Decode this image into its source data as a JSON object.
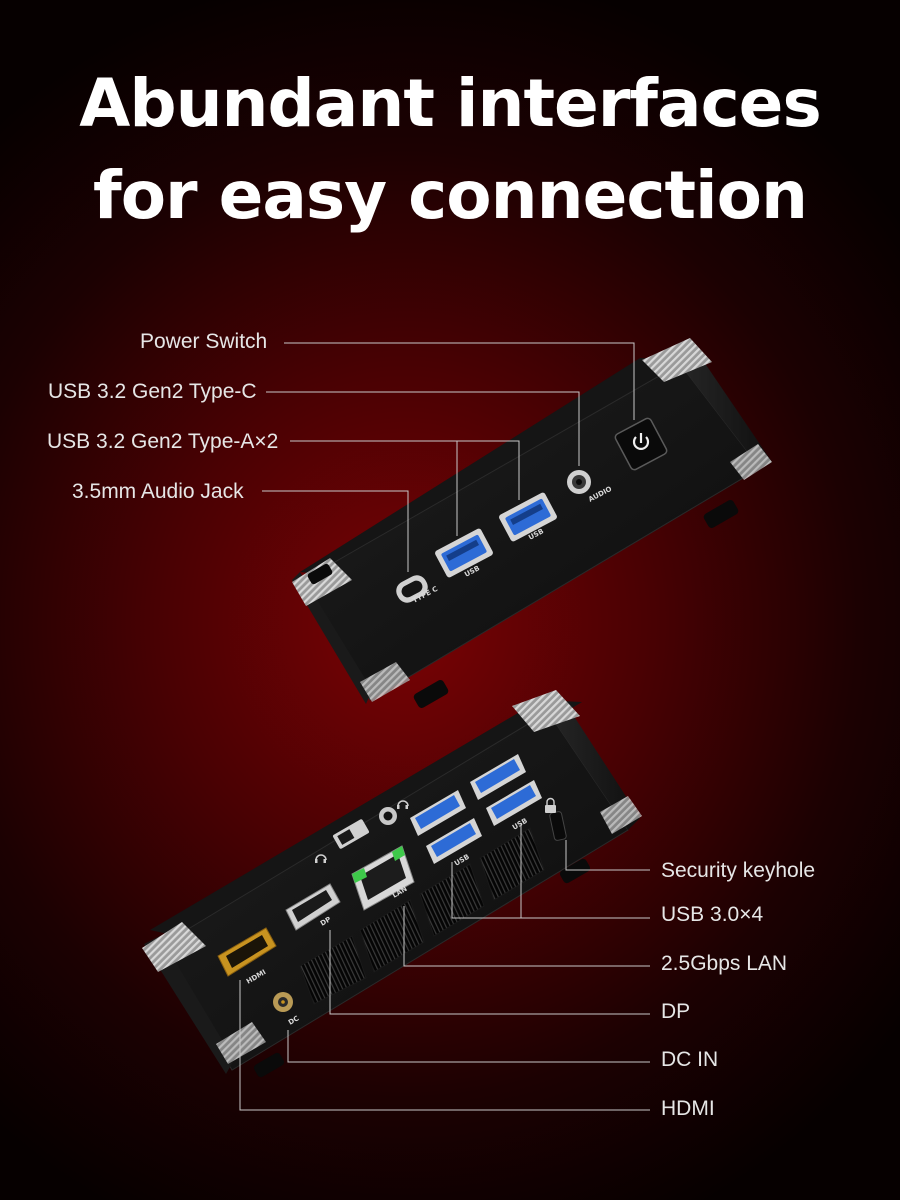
{
  "headline": {
    "line1": "Abundant interfaces",
    "line2": "for easy connection"
  },
  "top_view": {
    "callouts": {
      "power_switch": "Power Switch",
      "usb_c": "USB 3.2 Gen2 Type-C",
      "usb_a": "USB 3.2 Gen2 Type-A×2",
      "audio": "3.5mm Audio Jack"
    },
    "port_labels": {
      "type_c": "TYPE C",
      "usb_1": "USB",
      "usb_2": "USB",
      "audio": "AUDIO"
    }
  },
  "bottom_view": {
    "callouts": {
      "security": "Security keyhole",
      "usb30": "USB 3.0×4",
      "lan": "2.5Gbps LAN",
      "dp": "DP",
      "dc": "DC IN",
      "hdmi": "HDMI"
    },
    "port_labels": {
      "hdmi": "HDMI",
      "dc": "DC",
      "dp": "DP",
      "lan": "LAN",
      "usb_1": "USB",
      "usb_2": "USB"
    }
  },
  "colors": {
    "background_center": "#7a0204",
    "background_edge": "#060000",
    "usb3_blue": "#2d6bd6",
    "hdmi_gold": "#c89320",
    "leader_line": "#c8c8c8"
  },
  "icons": [
    "power-icon",
    "headphone-icon",
    "lock-icon"
  ]
}
